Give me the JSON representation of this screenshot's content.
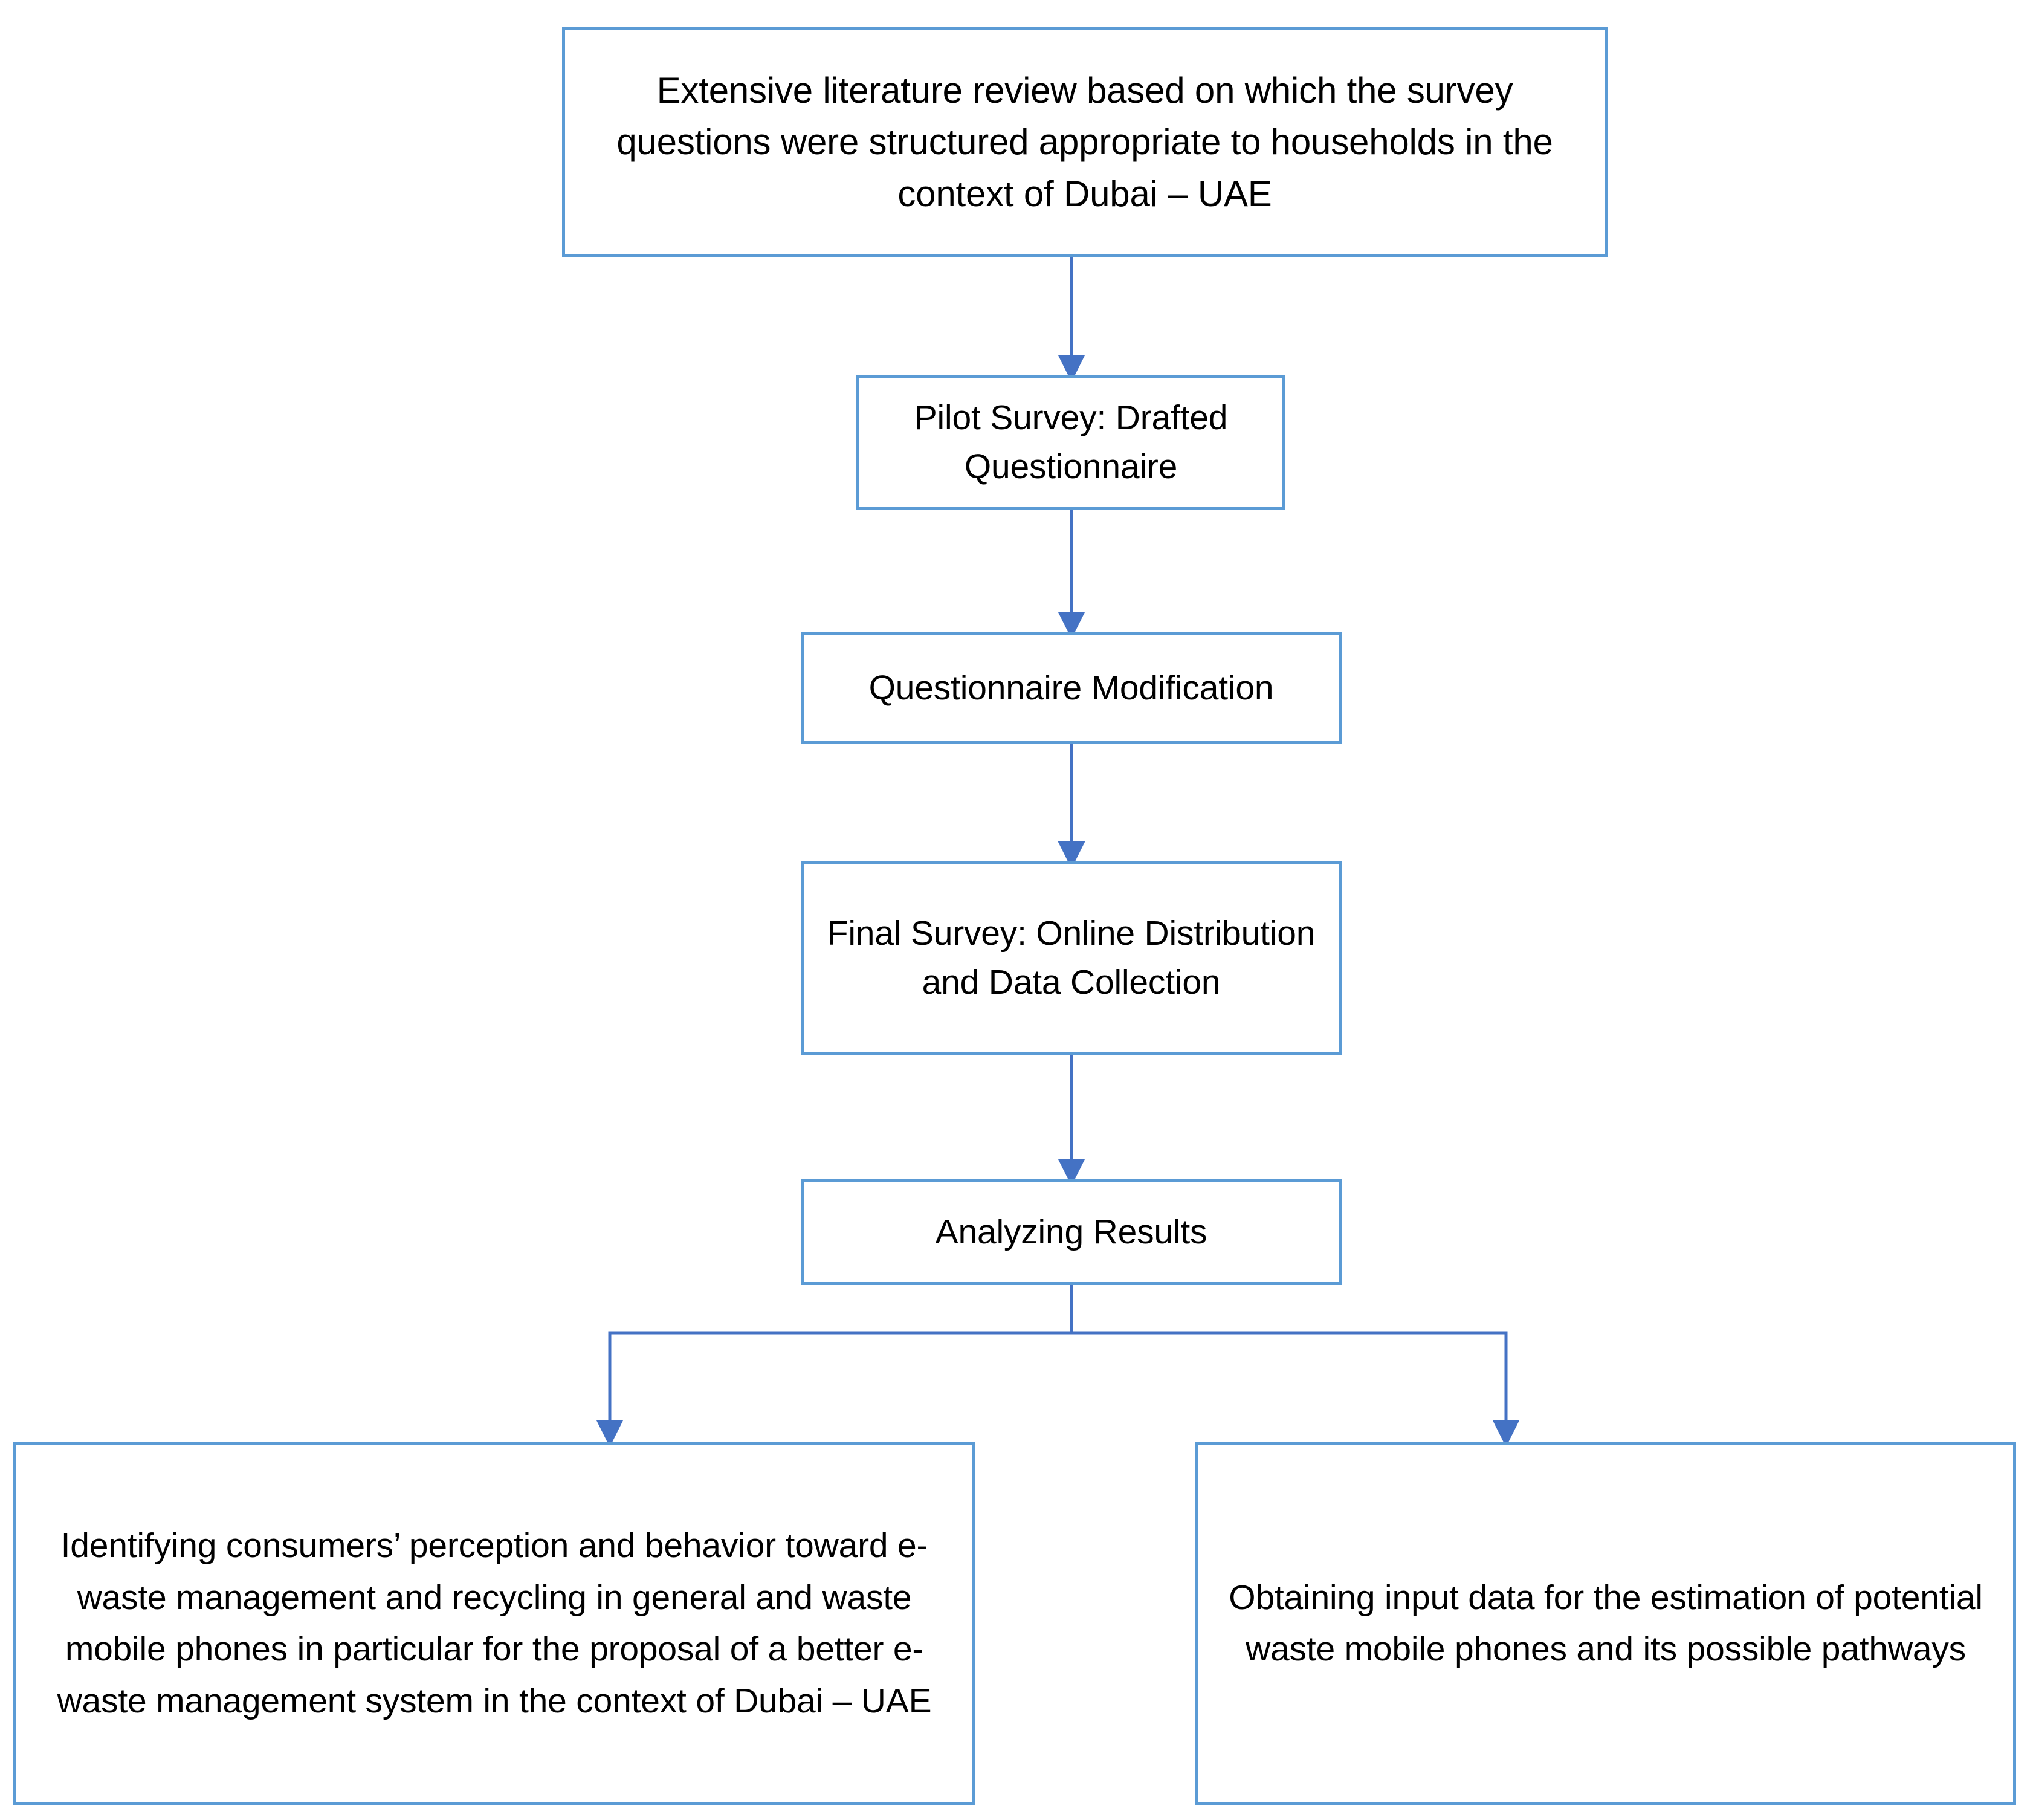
{
  "diagram": {
    "title": "Research methodology flowchart",
    "background_color": "#FFFFFF",
    "box_border_color": "#5B9BD5",
    "connector_color": "#4472C4",
    "text_color": "#000000",
    "nodes": [
      {
        "id": "literature-review",
        "text": "Extensive literature review based on which the survey questions were structured appropriate to households in the context of Dubai – UAE"
      },
      {
        "id": "pilot-survey",
        "text": "Pilot Survey: Drafted Questionnaire"
      },
      {
        "id": "questionnaire-modification",
        "text": "Questionnaire Modification"
      },
      {
        "id": "final-survey",
        "text": "Final Survey: Online Distribution and Data Collection"
      },
      {
        "id": "analyzing-results",
        "text": "Analyzing Results"
      },
      {
        "id": "consumer-perception",
        "text": "Identifying consumers’ perception and behavior toward e-waste management and recycling in general and waste mobile phones in particular for the proposal of a better e-waste management system in the context of Dubai – UAE"
      },
      {
        "id": "input-data",
        "text": "Obtaining input data for the estimation of potential waste mobile phones and its possible pathways"
      }
    ],
    "edges": [
      {
        "from": "literature-review",
        "to": "pilot-survey",
        "type": "straight-arrow-down"
      },
      {
        "from": "pilot-survey",
        "to": "questionnaire-modification",
        "type": "straight-arrow-down"
      },
      {
        "from": "questionnaire-modification",
        "to": "final-survey",
        "type": "straight-arrow-down"
      },
      {
        "from": "final-survey",
        "to": "analyzing-results",
        "type": "straight-arrow-down"
      },
      {
        "from": "analyzing-results",
        "to": "consumer-perception",
        "type": "elbow-split-left-arrow-down"
      },
      {
        "from": "analyzing-results",
        "to": "input-data",
        "type": "elbow-split-right-arrow-down"
      }
    ]
  }
}
